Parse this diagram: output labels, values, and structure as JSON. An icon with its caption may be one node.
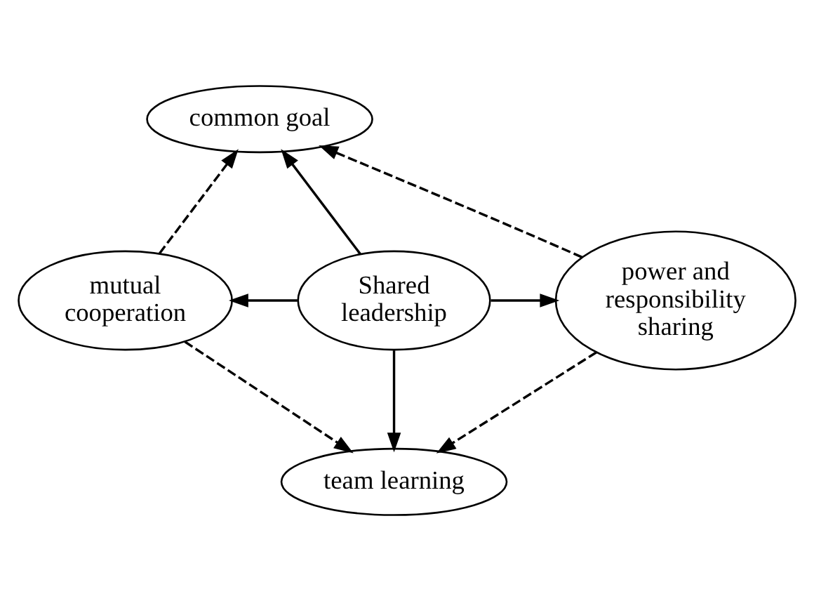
{
  "diagram": {
    "nodes": [
      {
        "text": [
          "common goal"
        ]
      },
      {
        "text": [
          "mutual cooperation"
        ]
      },
      {
        "text": [
          "Shared leadership"
        ]
      },
      {
        "text": [
          "power and responsibility sharing"
        ]
      },
      {
        "text": [
          "team learning"
        ]
      }
    ],
    "edges": [
      {
        "from": 2,
        "to": 0,
        "arrow": "to"
      },
      {
        "from": 2,
        "to": 1,
        "arrow": "to"
      },
      {
        "from": 2,
        "to": 3,
        "arrow": "to"
      },
      {
        "from": 2,
        "to": 4,
        "arrow": "to"
      },
      {
        "from": 1,
        "to": 0,
        "arrow": "to",
        "style": "dashed"
      },
      {
        "from": 3,
        "to": 0,
        "arrow": "to",
        "style": "dashed"
      },
      {
        "from": 1,
        "to": 4,
        "arrow": "to",
        "style": "dashed"
      },
      {
        "from": 3,
        "to": 4,
        "arrow": "to",
        "style": "dashed"
      }
    ]
  }
}
